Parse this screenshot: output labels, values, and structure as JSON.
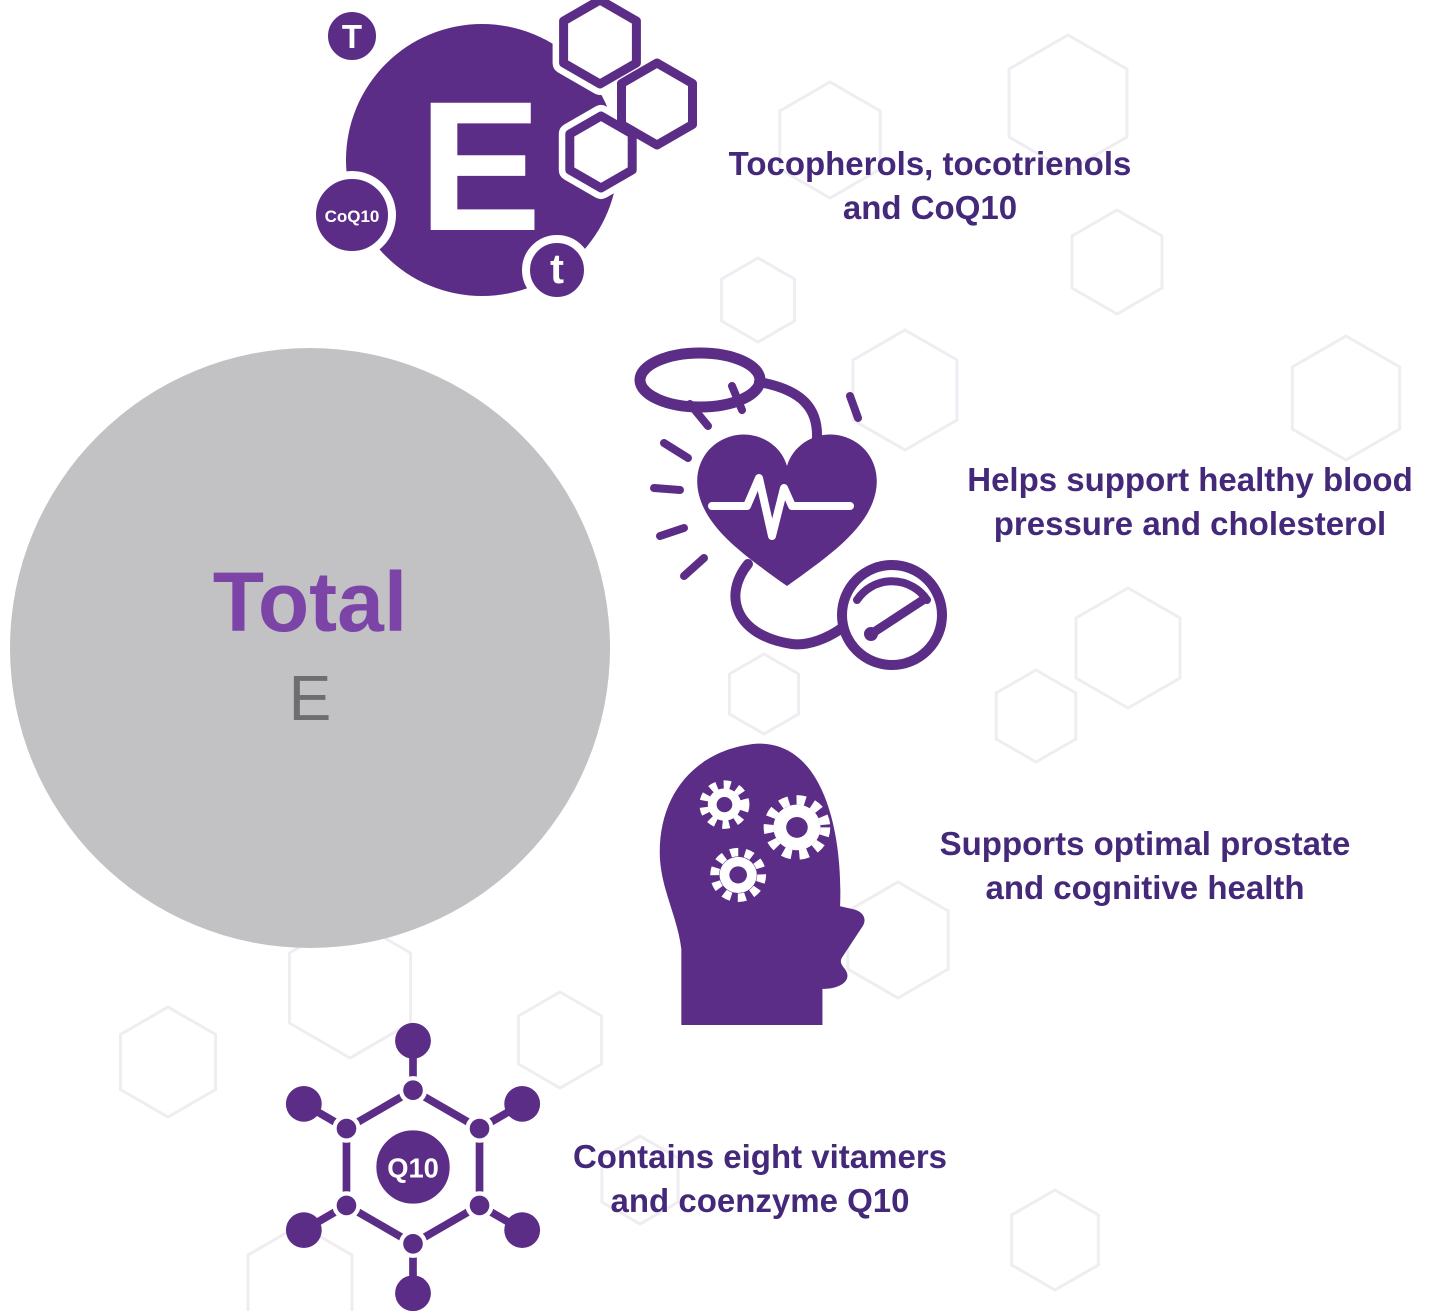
{
  "colors": {
    "purple": "#5b2d86",
    "caption_text": "#44287a",
    "brand_purple": "#7d44a8",
    "circle_gray": "#c2c1c4",
    "gray_text": "#6d6e71"
  },
  "hero": {
    "brand_bold": "Total",
    "brand_light": "E"
  },
  "logo": {
    "main_letter": "E",
    "badge_top": "T",
    "badge_left": "CoQ10",
    "badge_bottom": "t"
  },
  "molecule": {
    "label": "Q10"
  },
  "features": [
    {
      "icon": "vitamin-e-logo-icon",
      "line1": "Tocopherols, tocotrienols",
      "line2": "and CoQ10"
    },
    {
      "icon": "blood-pressure-icon",
      "line1": "Helps support healthy blood",
      "line2": "pressure and cholesterol"
    },
    {
      "icon": "head-gears-icon",
      "line1": "Supports optimal prostate",
      "line2": "and cognitive health"
    },
    {
      "icon": "q10-molecule-icon",
      "line1": "Contains eight vitamers",
      "line2": "and coenzyme Q10"
    }
  ]
}
